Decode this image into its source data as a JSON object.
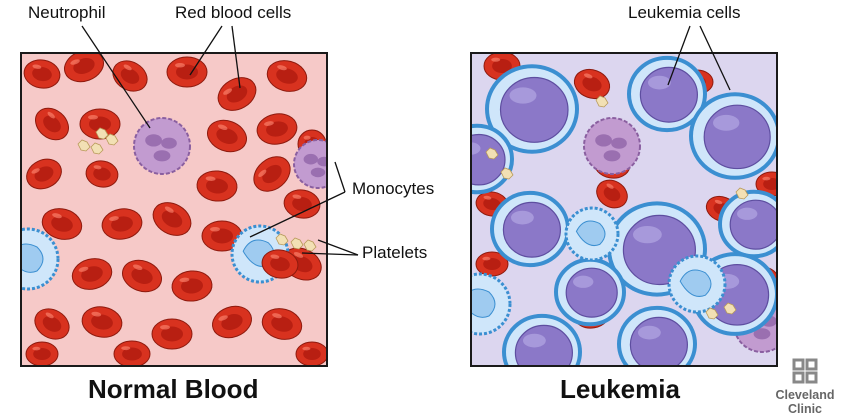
{
  "labels": {
    "neutrophil": "Neutrophil",
    "red_blood_cells": "Red blood cells",
    "monocytes": "Monocytes",
    "platelets": "Platelets",
    "leukemia_cells": "Leukemia cells"
  },
  "captions": {
    "normal": "Normal Blood",
    "leukemia": "Leukemia"
  },
  "logo": {
    "line1": "Cleveland",
    "line2": "Clinic"
  },
  "colors": {
    "normal_background": "#f6c9c8",
    "leukemia_background": "#dcd6ef",
    "red_cell": "#d8321f",
    "red_cell_center": "#b81f12",
    "leukemia_cell_rim": "#3b8fd1",
    "leukemia_cell_nucleus": "#8b78c8",
    "monocyte_nucleus": "#cfe6fa",
    "neutrophil": "#c29bd0",
    "platelet": "#f2e0b4",
    "logo": "#888888"
  }
}
